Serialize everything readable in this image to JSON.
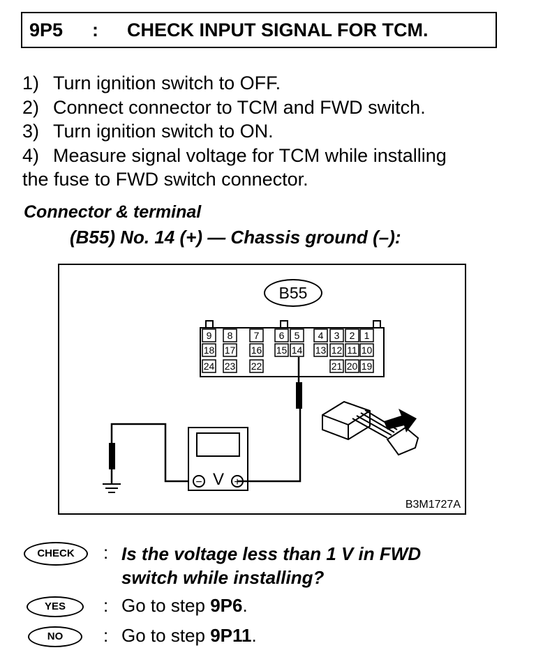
{
  "header": {
    "step": "9P5",
    "colon": ":",
    "title": "CHECK INPUT SIGNAL FOR TCM."
  },
  "steps": [
    {
      "num": "1)",
      "text": "Turn ignition switch to OFF."
    },
    {
      "num": "2)",
      "text": "Connect connector to TCM and FWD switch."
    },
    {
      "num": "3)",
      "text": "Turn ignition switch to ON."
    },
    {
      "num": "4)",
      "text": "Measure signal voltage for TCM while installing"
    },
    {
      "num": "",
      "text": "the fuse to FWD switch connector."
    }
  ],
  "connector": {
    "heading": "Connector & terminal",
    "spec": "(B55) No. 14 (+) — Chassis ground (–):"
  },
  "diagram": {
    "connector_label": "B55",
    "figure_code": "B3M1727A",
    "meter_symbol": "V",
    "minus": "−",
    "plus": "+",
    "pins": {
      "row1": [
        "9",
        "8",
        "7",
        "6",
        "5",
        "4",
        "3",
        "2",
        "1"
      ],
      "row2": [
        "18",
        "17",
        "16",
        "15",
        "14",
        "13",
        "12",
        "11",
        "10"
      ],
      "row3": [
        "24",
        "23",
        "22",
        "21",
        "20",
        "19"
      ]
    }
  },
  "check": {
    "badge": "CHECK",
    "colon": ":",
    "question_line1": "Is the voltage less than 1 V in FWD",
    "question_line2": "switch while installing?"
  },
  "yes": {
    "badge": "YES",
    "colon": ":",
    "text": "Go to step ",
    "target": "9P6",
    "end": "."
  },
  "no": {
    "badge": "NO",
    "colon": ":",
    "text": "Go to step ",
    "target": "9P11",
    "end": "."
  }
}
